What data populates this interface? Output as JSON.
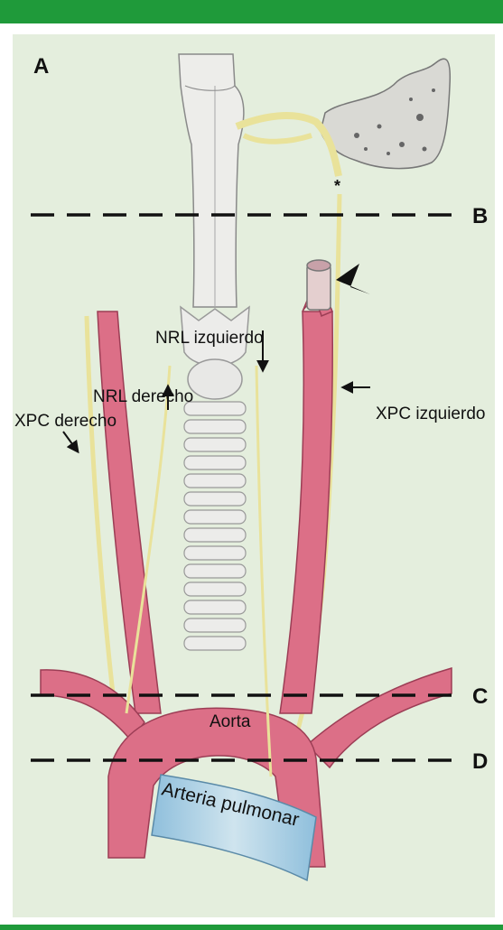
{
  "panel_label": "A",
  "level_labels": {
    "b": "B",
    "c": "C",
    "d": "D"
  },
  "labels": {
    "nrl_left": "NRL izquierdo",
    "nrl_right": "NRL derecho",
    "xpc_left": "XPC izquierdo",
    "xpc_right": "XPC derecho",
    "aorta": "Aorta",
    "pulmonary_artery": "Arteria pulmonar"
  },
  "colors": {
    "frame": "#1f9a3a",
    "panel_bg": "#e4eedd",
    "artery": "#dc6f87",
    "nerve": "#e9e29a",
    "pulmonary": "#9ec9df"
  }
}
